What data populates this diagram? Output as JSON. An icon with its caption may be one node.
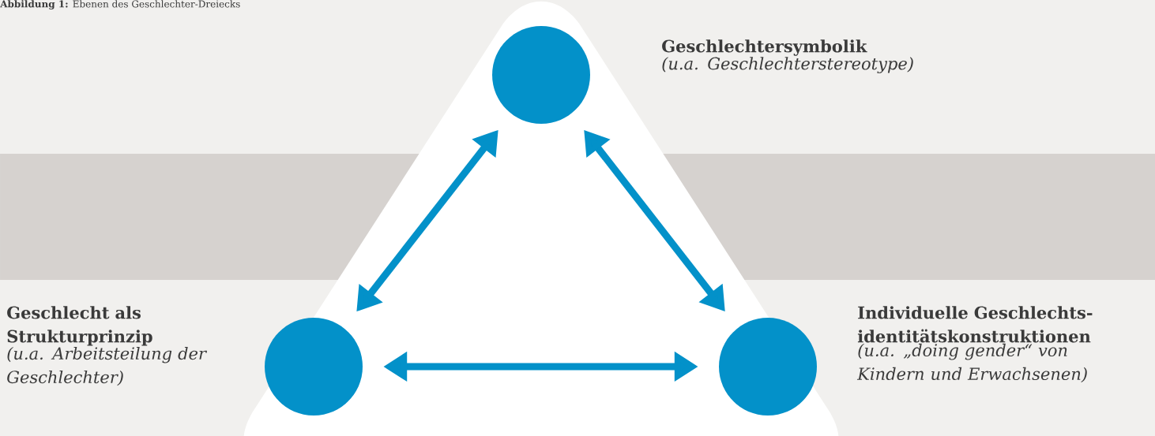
{
  "diagram": {
    "title": "**Abbildung 1:** Ebenen des Geschlechter-Dreiecks",
    "nodes": [
      {
        "text": [],
        "shape": "circle",
        "beside": [
          "Geschlechtersymbolik",
          "(u.a. Geschlechterstereotype)"
        ]
      },
      {
        "text": [],
        "shape": "circle",
        "beside": [
          "Geschlecht als Strukturprinzip",
          "(u.a. Arbeitsteilung der Geschlechter)"
        ]
      },
      {
        "text": [],
        "shape": "circle",
        "beside": [
          "Individuelle Geschlechts-identitätskonstruktionen",
          "(u.a. „doing gender“ von Kindern und Erwachsenen)"
        ]
      }
    ],
    "edges": [
      {
        "from": 0,
        "to": 1,
        "arrow": "both"
      },
      {
        "from": 0,
        "to": 2,
        "arrow": "both"
      },
      {
        "from": 1,
        "to": 2,
        "arrow": "both"
      }
    ]
  }
}
